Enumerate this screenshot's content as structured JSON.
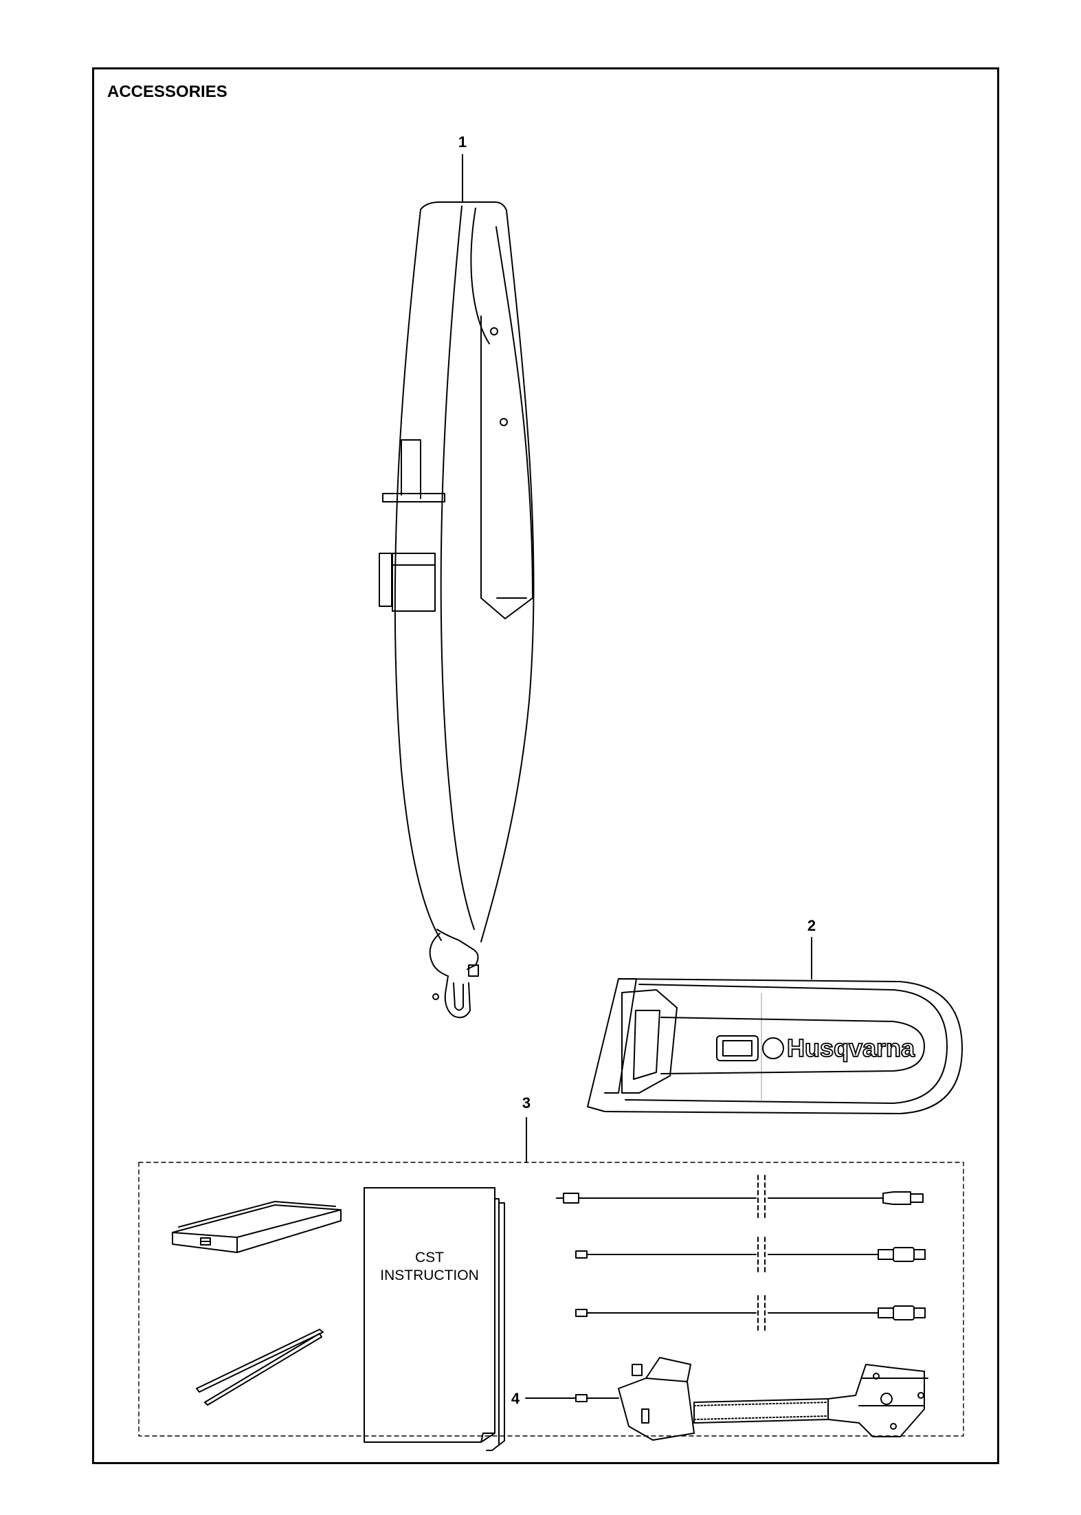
{
  "page": {
    "title": "ACCESSORIES"
  },
  "callouts": [
    {
      "id": "1",
      "label": "1"
    },
    {
      "id": "2",
      "label": "2"
    },
    {
      "id": "3",
      "label": "3"
    },
    {
      "id": "4",
      "label": "4"
    }
  ],
  "parts": {
    "guide_bar_cover": {
      "logo_text": "Husqvarna"
    },
    "instruction_manual": {
      "line1": "CST",
      "line2": "INSTRUCTION"
    }
  },
  "icons": [
    "harness-strap-icon",
    "bar-cover-icon",
    "battery-box-icon",
    "manual-icon",
    "tweezers-icon",
    "cable-icon",
    "test-harness-icon"
  ]
}
